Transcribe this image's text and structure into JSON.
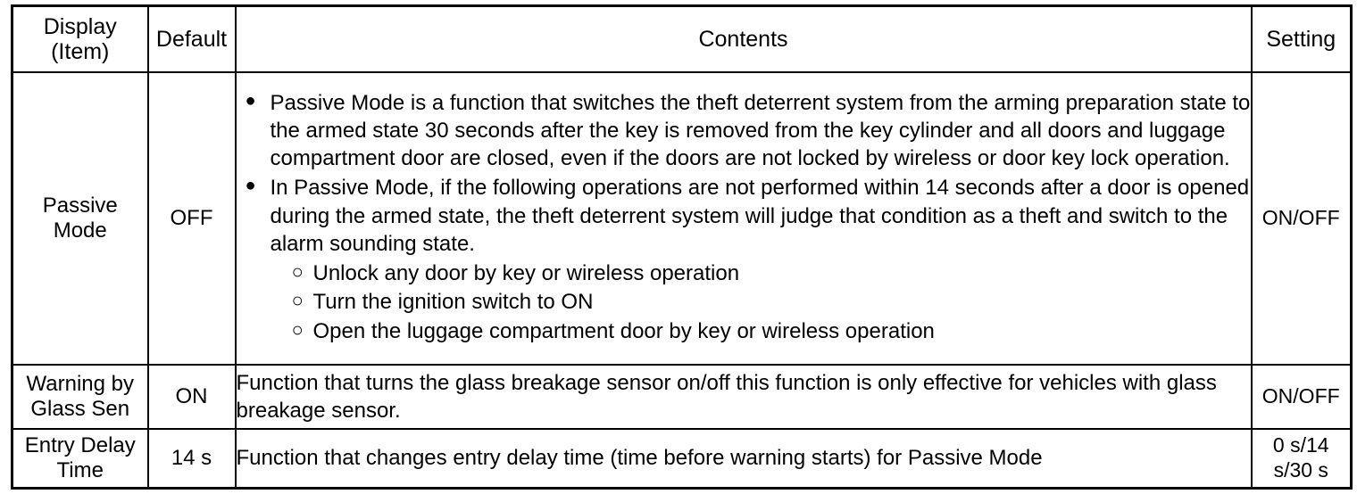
{
  "table": {
    "headers": {
      "display": {
        "line1": "Display",
        "line2": "(Item)"
      },
      "default": "Default",
      "contents": "Contents",
      "setting": "Setting"
    },
    "rows": [
      {
        "display": {
          "line1": "Passive",
          "line2": "Mode"
        },
        "default": "OFF",
        "setting": "ON/OFF",
        "contents": {
          "bullet_mark": "●",
          "sub_mark": "○",
          "bullets": [
            "Passive Mode is a function that switches the theft deterrent system from the arming preparation state to the armed state 30 seconds after the key is removed from the key cylinder and all doors and luggage compartment door are closed, even if the doors are not locked by wireless or door key lock operation.",
            "In Passive Mode, if the following operations are not performed within 14 seconds after a door is opened during the armed state, the theft deterrent system will judge that condition as a theft and switch to the alarm sounding state."
          ],
          "sub_items": [
            "Unlock any door by key or wireless operation",
            "Turn the ignition switch to ON",
            "Open the luggage compartment door by key or wireless operation"
          ]
        }
      },
      {
        "display": {
          "line1": "Warning by",
          "line2": "Glass Sen"
        },
        "default": "ON",
        "setting": "ON/OFF",
        "contents": {
          "text": "Function that turns the glass breakage sensor on/off this function is only effective for vehicles with glass breakage sensor."
        }
      },
      {
        "display": {
          "line1": "Entry Delay",
          "line2": "Time"
        },
        "default": "14 s",
        "setting_line1": "0 s/14",
        "setting_line2": "s/30 s",
        "contents": {
          "text": "Function that changes entry delay time (time before warning starts) for Passive Mode"
        }
      }
    ]
  }
}
